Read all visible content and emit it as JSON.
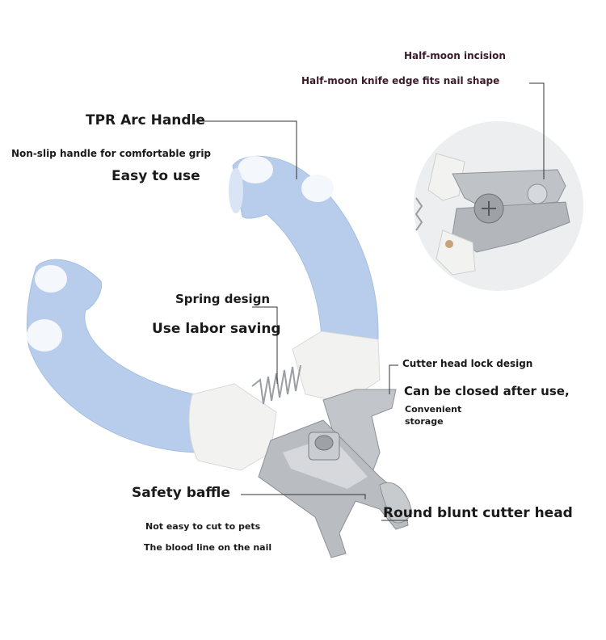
{
  "labels": {
    "half_moon_title": "Half-moon incision",
    "half_moon_desc": "Half-moon knife edge fits nail shape",
    "tpr_title": "TPR Arc Handle",
    "tpr_desc": "Non-slip handle for comfortable grip",
    "tpr_desc2": "Easy to use",
    "spring_title": "Spring design",
    "spring_desc": "Use labor saving",
    "lock_title": "Cutter head lock design",
    "lock_desc": "Can be closed after use,",
    "lock_desc2a": "Convenient",
    "lock_desc2b": "storage",
    "safety_title": "Safety baffle",
    "safety_desc": "Not easy to cut to pets",
    "safety_desc2": "The blood line on the nail",
    "round_title": "Round blunt cutter head"
  },
  "colors": {
    "handle_blue": "#b7cdeb",
    "handle_dot": "#f4f7fb",
    "handle_white": "#f2f2f0",
    "metal": "#b9bcc0",
    "metal_dark": "#8e9297",
    "line": "#333333",
    "detail_bg": "#eceef0"
  }
}
